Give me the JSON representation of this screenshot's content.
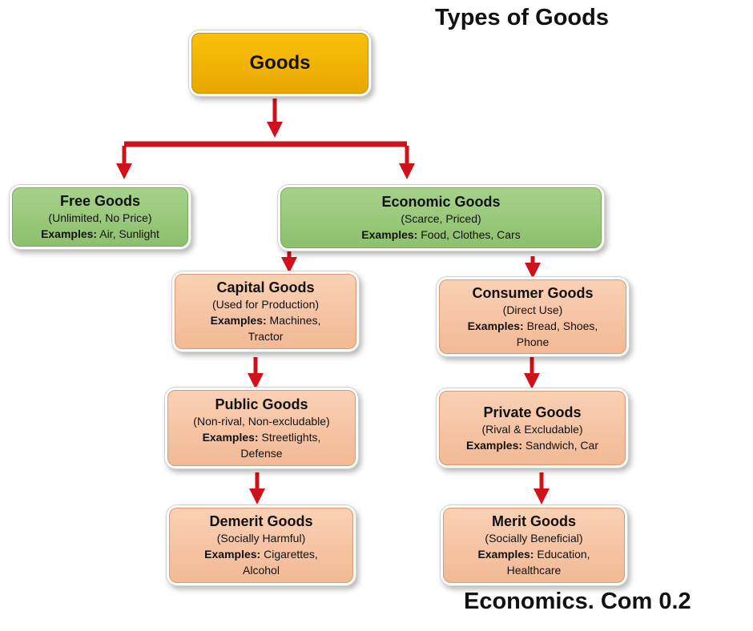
{
  "title": "Types of Goods",
  "footer": "Economics. Com 0.2",
  "colors": {
    "root": "#f2b705",
    "category": "#9bc97c",
    "subcategory": "#f7c6a6",
    "arrow": "#d0101a"
  },
  "nodes": {
    "goods": {
      "name": "Goods"
    },
    "free": {
      "name": "Free Goods",
      "desc": "(Unlimited, No Price)",
      "ex_label": "Examples:",
      "ex": " Air, Sunlight"
    },
    "economic": {
      "name": "Economic Goods",
      "desc": "(Scarce, Priced)",
      "ex_label": "Examples:",
      "ex": " Food, Clothes, Cars"
    },
    "capital": {
      "name": "Capital Goods",
      "desc": "(Used for Production)",
      "ex_label": "Examples:",
      "ex": " Machines,",
      "ex2": "Tractor"
    },
    "consumer": {
      "name": "Consumer Goods",
      "desc": "(Direct Use)",
      "ex_label": "Examples:",
      "ex": " Bread, Shoes,",
      "ex2": "Phone"
    },
    "public": {
      "name": "Public Goods",
      "desc": "(Non-rival, Non-excludable)",
      "ex_label": "Examples:",
      "ex": " Streetlights,",
      "ex2": "Defense"
    },
    "private": {
      "name": "Private Goods",
      "desc": "(Rival & Excludable)",
      "ex_label": "Examples:",
      "ex": " Sandwich, Car"
    },
    "demerit": {
      "name": "Demerit Goods",
      "desc": "(Socially Harmful)",
      "ex_label": "Examples:",
      "ex": " Cigarettes,",
      "ex2": "Alcohol"
    },
    "merit": {
      "name": "Merit Goods",
      "desc": "(Socially Beneficial)",
      "ex_label": "Examples:",
      "ex": " Education,",
      "ex2": "Healthcare"
    }
  }
}
